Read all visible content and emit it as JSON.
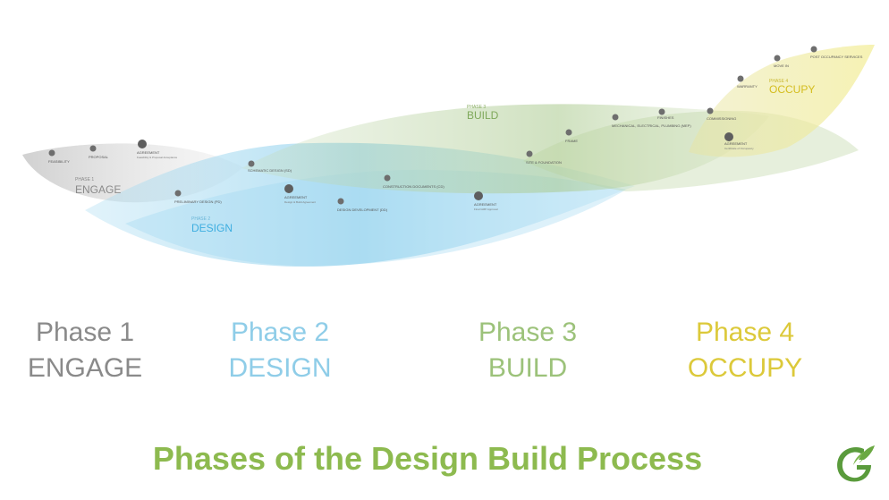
{
  "diagram": {
    "band_labels": {
      "engage": {
        "small": "PHASE 1",
        "name": "ENGAGE"
      },
      "design": {
        "small": "PHASE 2",
        "name": "DESIGN"
      },
      "build": {
        "small": "PHASE 3",
        "name": "BUILD"
      },
      "occupy": {
        "small": "PHASE 4",
        "name": "OCCUPY"
      }
    },
    "milestones": [
      {
        "label": "FEASIBILITY",
        "sub": ""
      },
      {
        "label": "PROPOSAL",
        "sub": ""
      },
      {
        "label": "AGREEMENT",
        "sub": "Feasibility & Proposal Acceptance"
      },
      {
        "label": "SCHEMATIC DESIGN (SD)",
        "sub": ""
      },
      {
        "label": "PRELIMINARY DESIGN (PD)",
        "sub": ""
      },
      {
        "label": "AGREEMENT",
        "sub": "Design & Build Agreement"
      },
      {
        "label": "DESIGN DEVELOPMENT (DD)",
        "sub": ""
      },
      {
        "label": "CONSTRUCTION DOCUMENTS (CD)",
        "sub": ""
      },
      {
        "label": "AGREEMENT",
        "sub": "Final GMP Approval"
      },
      {
        "label": "SITE & FOUNDATION",
        "sub": ""
      },
      {
        "label": "FRAME",
        "sub": ""
      },
      {
        "label": "MECHANICAL, ELECTRICAL, PLUMBING (MEP)",
        "sub": ""
      },
      {
        "label": "FINISHES",
        "sub": ""
      },
      {
        "label": "COMMISSIONING",
        "sub": ""
      },
      {
        "label": "AGREEMENT",
        "sub": "Certificate of Occupancy"
      },
      {
        "label": "WARRANTY",
        "sub": ""
      },
      {
        "label": "MOVE IN",
        "sub": ""
      },
      {
        "label": "POST OCCUPANCY SERVICES",
        "sub": ""
      }
    ]
  },
  "phases": [
    {
      "number": "Phase 1",
      "name": "ENGAGE"
    },
    {
      "number": "Phase 2",
      "name": "DESIGN"
    },
    {
      "number": "Phase 3",
      "name": "BUILD"
    },
    {
      "number": "Phase 4",
      "name": "OCCUPY"
    }
  ],
  "title": "Phases of the Design Build Process",
  "colors": {
    "engage": "#8a8a8a",
    "design": "#8fcde8",
    "build": "#9cc27a",
    "occupy": "#dcc93a",
    "title": "#8dba4f",
    "logo": "#5a9b3c"
  },
  "logo": {
    "icon": "leaf-g-logo-icon"
  }
}
